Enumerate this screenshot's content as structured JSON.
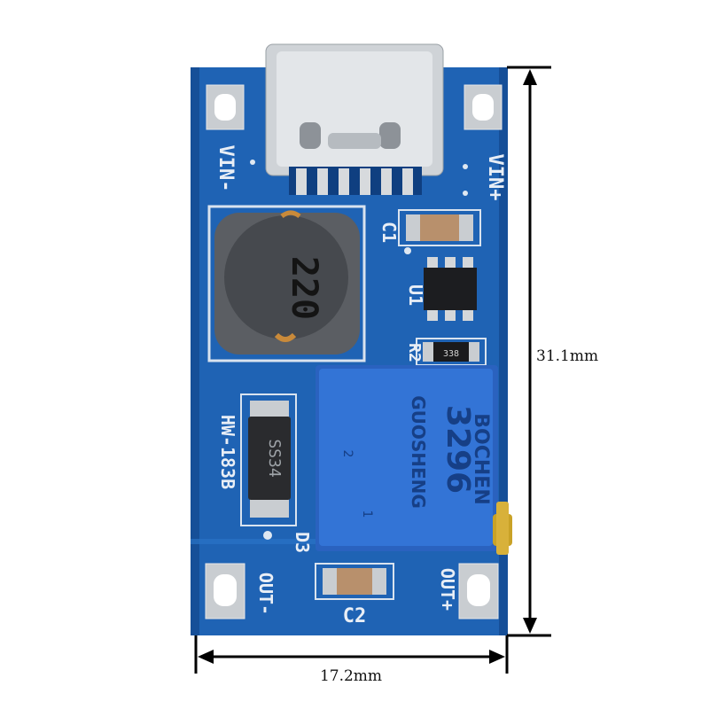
{
  "board": {
    "labels": {
      "vin_minus": "VIN-",
      "vin_plus": "VIN+",
      "c1": "C1",
      "u1": "U1",
      "r2": "R2",
      "model": "HW-183B",
      "d3": "D3",
      "out_minus": "OUT-",
      "out_plus": "OUT+",
      "c2": "C2"
    },
    "inductor_marking": "220",
    "diode_marking": "SS34",
    "resistor_marking": "338",
    "potentiometer": {
      "brand": "BOCHEN",
      "model": "3296",
      "maker": "GUOSHENG",
      "pin2": "2",
      "pin1": "1"
    }
  },
  "dimensions": {
    "height": "31.1mm",
    "width": "17.2mm"
  },
  "colors": {
    "pcb": "#1f63b4",
    "pcb_dark": "#164f98",
    "pot_body": "#2f6fd0",
    "silkscreen": "#e8eef6"
  }
}
